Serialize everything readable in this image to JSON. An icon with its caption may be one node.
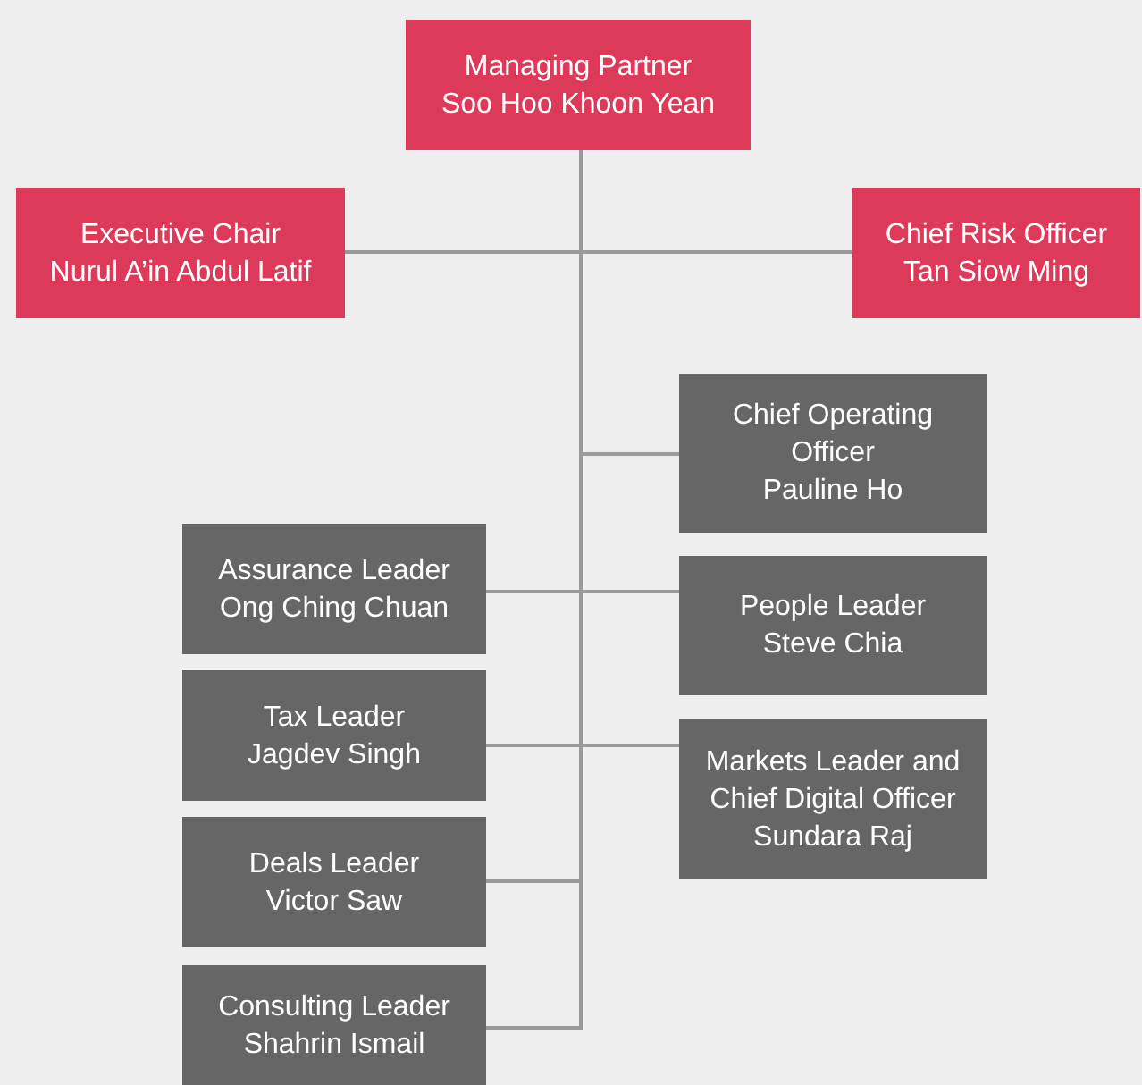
{
  "diagram": {
    "nodes": [
      {
        "text": [
          "Managing Partner",
          "Soo Hoo Khoon Yean"
        ]
      },
      {
        "text": [
          "Executive Chair",
          "Nurul A’in Abdul Latif"
        ]
      },
      {
        "text": [
          "Chief Risk Officer",
          "Tan Siow Ming"
        ]
      },
      {
        "text": [
          "Chief Operating Officer",
          "Pauline Ho"
        ]
      },
      {
        "text": [
          "Assurance Leader",
          "Ong Ching Chuan"
        ]
      },
      {
        "text": [
          "People Leader",
          "Steve Chia"
        ]
      },
      {
        "text": [
          "Tax Leader",
          "Jagdev Singh"
        ]
      },
      {
        "text": [
          "Markets Leader and Chief Digital Officer",
          "Sundara Raj"
        ]
      },
      {
        "text": [
          "Deals Leader",
          "Victor Saw"
        ]
      },
      {
        "text": [
          "Consulting Leader",
          "Shahrin Ismail"
        ]
      }
    ],
    "edges": [
      {
        "from": 0,
        "to": 1,
        "arrow": "none"
      },
      {
        "from": 0,
        "to": 2,
        "arrow": "none"
      },
      {
        "from": 0,
        "to": 3,
        "arrow": "none"
      },
      {
        "from": 0,
        "to": 4,
        "arrow": "none"
      },
      {
        "from": 0,
        "to": 5,
        "arrow": "none"
      },
      {
        "from": 0,
        "to": 6,
        "arrow": "none"
      },
      {
        "from": 0,
        "to": 7,
        "arrow": "none"
      },
      {
        "from": 0,
        "to": 8,
        "arrow": "none"
      },
      {
        "from": 0,
        "to": 9,
        "arrow": "none"
      }
    ]
  }
}
